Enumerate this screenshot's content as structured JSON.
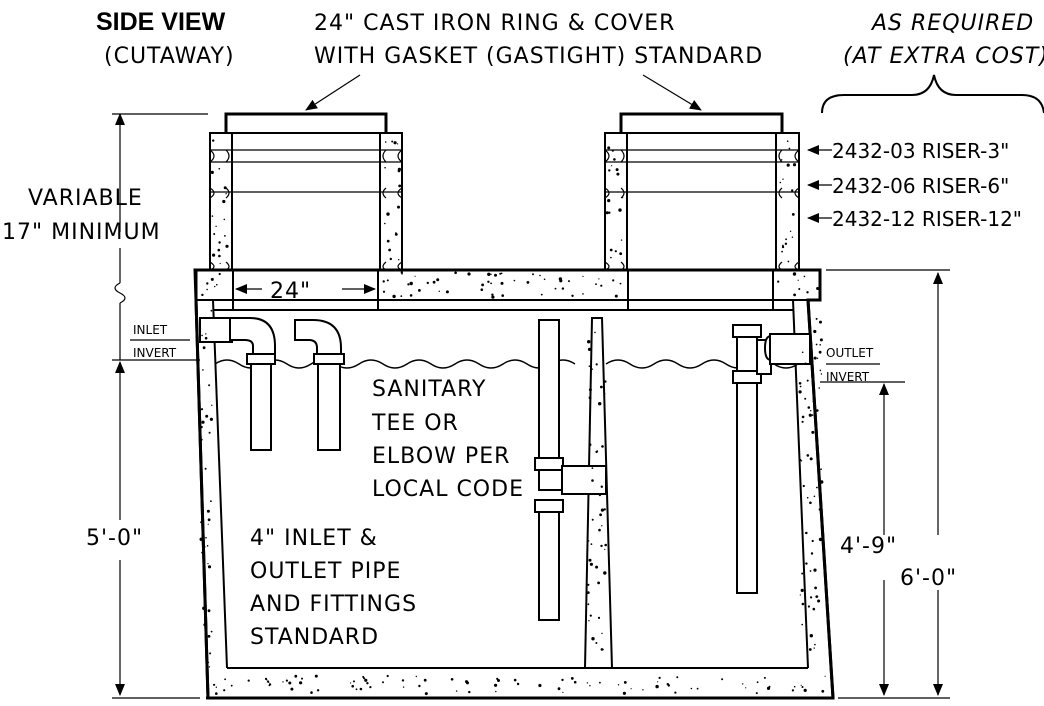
{
  "titles": {
    "view": "SIDE VIEW",
    "view_sub": "(CUTAWAY)",
    "cover_line1": "24\" CAST IRON RING & COVER",
    "cover_line2": "WITH GASKET (GASTIGHT) STANDARD",
    "required_line1": "AS REQUIRED",
    "required_line2": "(AT EXTRA COST)"
  },
  "risers": [
    "2432-03 RISER-3\"",
    "2432-06 RISER-6\"",
    "2432-12 RISER-12\""
  ],
  "dimensions": {
    "variable_line1": "VARIABLE",
    "variable_line2": "17\" MINIMUM",
    "opening": "24\"",
    "inlet_height": "5'-0\"",
    "outlet_height": "4'-9\"",
    "total_height": "6'-0\""
  },
  "inverts": {
    "inlet_1": "INLET",
    "inlet_2": "INVERT",
    "outlet_1": "OUTLET",
    "outlet_2": "INVERT"
  },
  "notes": {
    "sanitary": [
      "SANITARY",
      "TEE OR",
      "ELBOW PER",
      "LOCAL CODE"
    ],
    "pipe": [
      "4\" INLET &",
      "OUTLET PIPE",
      "AND FITTINGS",
      "STANDARD"
    ]
  }
}
